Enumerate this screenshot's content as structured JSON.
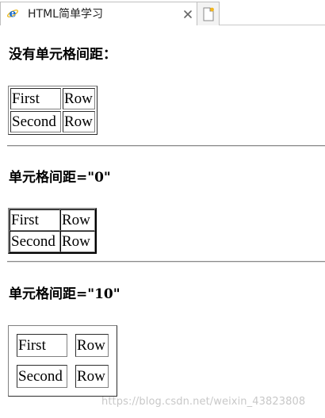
{
  "browser": {
    "tab_title": "HTML简单学习",
    "tab_icon": "ie-e-icon",
    "close_icon": "close-icon",
    "new_tab_icon": "new-tab-icon",
    "accent": "#1e6fd0"
  },
  "sections": [
    {
      "heading": "没有单元格间距：",
      "rows": [
        [
          "First",
          "Row"
        ],
        [
          "Second",
          "Row"
        ]
      ]
    },
    {
      "heading": "单元格间距=\"0\"",
      "rows": [
        [
          "First",
          "Row"
        ],
        [
          "Second",
          "Row"
        ]
      ]
    },
    {
      "heading": "单元格间距=\"10\"",
      "rows": [
        [
          "First",
          "Row"
        ],
        [
          "Second",
          "Row"
        ]
      ]
    }
  ],
  "watermark": "https://blog.csdn.net/weixin_43823808"
}
